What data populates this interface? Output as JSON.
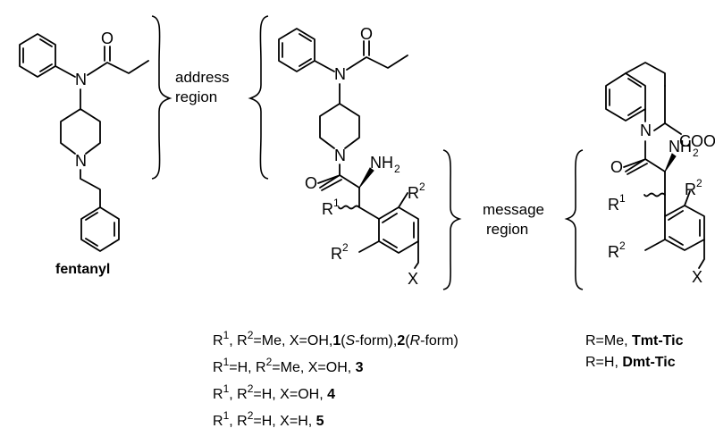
{
  "atoms": {
    "N": "N",
    "O": "O",
    "NH": "NH",
    "two": "2",
    "R": "R",
    "one": "1",
    "X": "X",
    "COOH": "COOH"
  },
  "compounds": {
    "fentanyl": "fentanyl"
  },
  "regions": {
    "address_line1": "address",
    "address_line2": "region",
    "message_line1": "message",
    "message_line2": "region"
  },
  "captions": {
    "line1": {
      "r": "R",
      "sup1": "1",
      "t1": ", R",
      "sup2": "2",
      "t2": "=Me, X=OH,",
      "c1": "1",
      "p1": "(",
      "f1": "S",
      "t3": "-form),",
      "c2": "2",
      "p2": "(",
      "f2": "R",
      "t4": "-form)"
    },
    "line2": {
      "r": "R",
      "sup1": "1",
      "t1": "=H, R",
      "sup2": "2",
      "t2": "=Me, X=OH, ",
      "c": "3"
    },
    "line3": {
      "r": "R",
      "sup1": "1",
      "t1": ", R",
      "sup2": "2",
      "t2": "=H, X=OH, ",
      "c": "4"
    },
    "line4": {
      "r": "R",
      "sup1": "1",
      "t1": ", R",
      "sup2": "2",
      "t2": "=H, X=H, ",
      "c": "5"
    },
    "tmt": {
      "t": "R=Me, ",
      "c": "Tmt-Tic"
    },
    "dmt": {
      "t": "R=H, ",
      "c": "Dmt-Tic"
    }
  }
}
